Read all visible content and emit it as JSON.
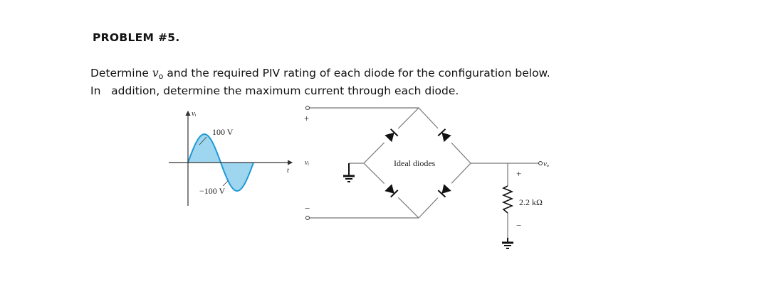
{
  "problem": {
    "heading": "PROBLEM #5.",
    "line1_a": "Determine ",
    "v_symbol": "v",
    "v_sub": "o",
    "line1_b": " and the required PIV rating of each diode for the configuration below.",
    "line2": "In   addition, determine the maximum current through each diode."
  },
  "waveform": {
    "axis_label": "vᵢ",
    "time_label": "t",
    "peak_label": "100 V",
    "trough_label": "−100 V",
    "peak_value": 100,
    "trough_value": -100,
    "fill_color": "#9fd6ef",
    "curve_color": "#1e9ad6"
  },
  "circuit": {
    "input_label": "vᵢ",
    "input_plus": "+",
    "input_minus": "−",
    "diodes_label": "Ideal diodes",
    "output_label": "vₒ",
    "output_plus": "+",
    "output_minus": "−",
    "resistor_label": "2.2 kΩ"
  }
}
